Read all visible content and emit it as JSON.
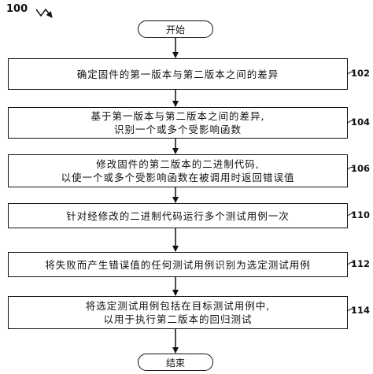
{
  "figure_label": "100",
  "start_label": "开始",
  "end_label": "结束",
  "steps": [
    {
      "text": "确定固件的第一版本与第二版本之间的差异",
      "ref": "102"
    },
    {
      "text": "基于第一版本与第二版本之间的差异,\n识别一个或多个受影响函数",
      "ref": "104"
    },
    {
      "text": "修改固件的第二版本的二进制代码,\n以使一个或多个受影响函数在被调用时返回错误值",
      "ref": "106"
    },
    {
      "text": "针对经修改的二进制代码运行多个测试用例一次",
      "ref": "110"
    },
    {
      "text": "将失败而产生错误值的任何测试用例识别为选定测试用例",
      "ref": "112"
    },
    {
      "text": "将选定测试用例包括在目标测试用例中,\n以用于执行第二版本的回归测试",
      "ref": "114"
    }
  ]
}
